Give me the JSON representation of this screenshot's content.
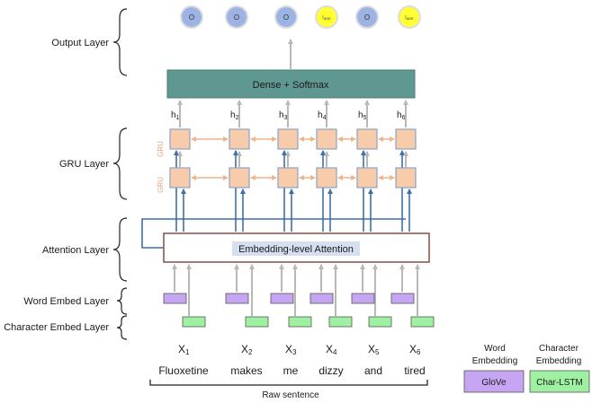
{
  "layers": {
    "output": "Output Layer",
    "gru": "GRU Layer",
    "attention": "Attention Layer",
    "word_embed": "Word Embed Layer",
    "char_embed": "Character Embed Layer"
  },
  "dense_label": "Dense + Softmax",
  "attention_label": "Embedding-level Attention",
  "gru_tag": "GRU",
  "outputs": [
    "O",
    "O",
    "O",
    "I_ADE",
    "O",
    "I_ADE"
  ],
  "output_colors": {
    "O": "#9db3e3",
    "I_ADE": "#ffff33"
  },
  "hidden": [
    {
      "base": "h",
      "sub": "1"
    },
    {
      "base": "h",
      "sub": "2"
    },
    {
      "base": "h",
      "sub": "3"
    },
    {
      "base": "h",
      "sub": "4"
    },
    {
      "base": "h",
      "sub": "5"
    },
    {
      "base": "h",
      "sub": "6"
    }
  ],
  "inputs": [
    {
      "base": "X",
      "sub": "1"
    },
    {
      "base": "X",
      "sub": "2"
    },
    {
      "base": "X",
      "sub": "3"
    },
    {
      "base": "X",
      "sub": "4"
    },
    {
      "base": "X",
      "sub": "5"
    },
    {
      "base": "X",
      "sub": "6"
    }
  ],
  "words": [
    "Fluoxetine",
    "makes",
    "me",
    "dizzy",
    "and",
    "tired"
  ],
  "sentence_label": "Raw sentence",
  "legend": {
    "word": {
      "title_line1": "Word",
      "title_line2": "Embedding",
      "box": "GloVe",
      "color": "#c6a6f2"
    },
    "char": {
      "title_line1": "Character",
      "title_line2": "Embedding",
      "box": "Char-LSTM",
      "color": "#9ff0a2"
    }
  },
  "colors": {
    "dense": "#5f9891",
    "gru_cell": "#f8ccaa",
    "word_embed": "#c6a6f2",
    "char_embed": "#9ff0a2",
    "attention_border": "#8b5a4e",
    "attention_highlight": "#d6dff0",
    "arrow_gray": "#b8b8b8",
    "arrow_blue": "#3f6fa8",
    "arrow_orange": "#f5c8a6"
  }
}
